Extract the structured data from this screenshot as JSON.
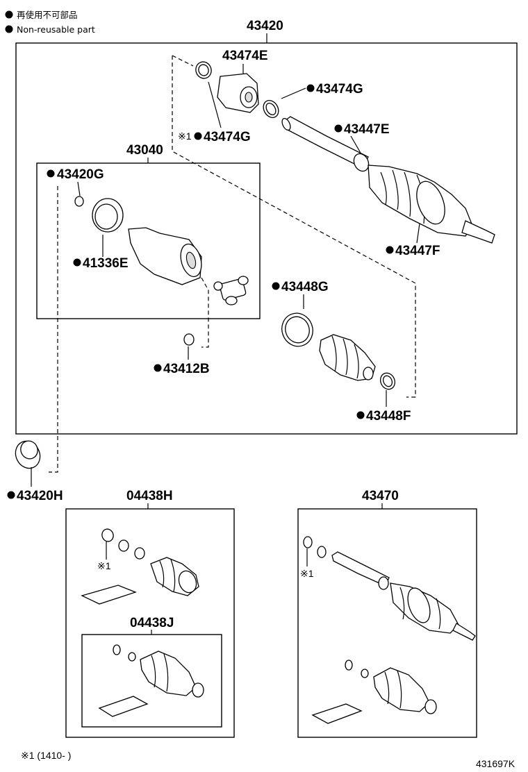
{
  "legend": {
    "line1": "再使用不可部品",
    "line2": "Non-reusable part"
  },
  "labels": {
    "p43420": "43420",
    "p43474E": "43474E",
    "p43474G_top": "43474G",
    "p43474G_mark": "※1",
    "p43474G_low": "43474G",
    "p43447E": "43447E",
    "p43040": "43040",
    "p43420G": "43420G",
    "p41336E": "41336E",
    "p43447F": "43447F",
    "p43448G": "43448G",
    "p43412B": "43412B",
    "p43448F": "43448F",
    "p43420H": "43420H",
    "p04438H": "04438H",
    "p04438J": "04438J",
    "p43470": "43470",
    "mark_left": "※1",
    "mark_right": "※1"
  },
  "footer": {
    "note": "※1 (1410-    )",
    "code": "431697K"
  }
}
